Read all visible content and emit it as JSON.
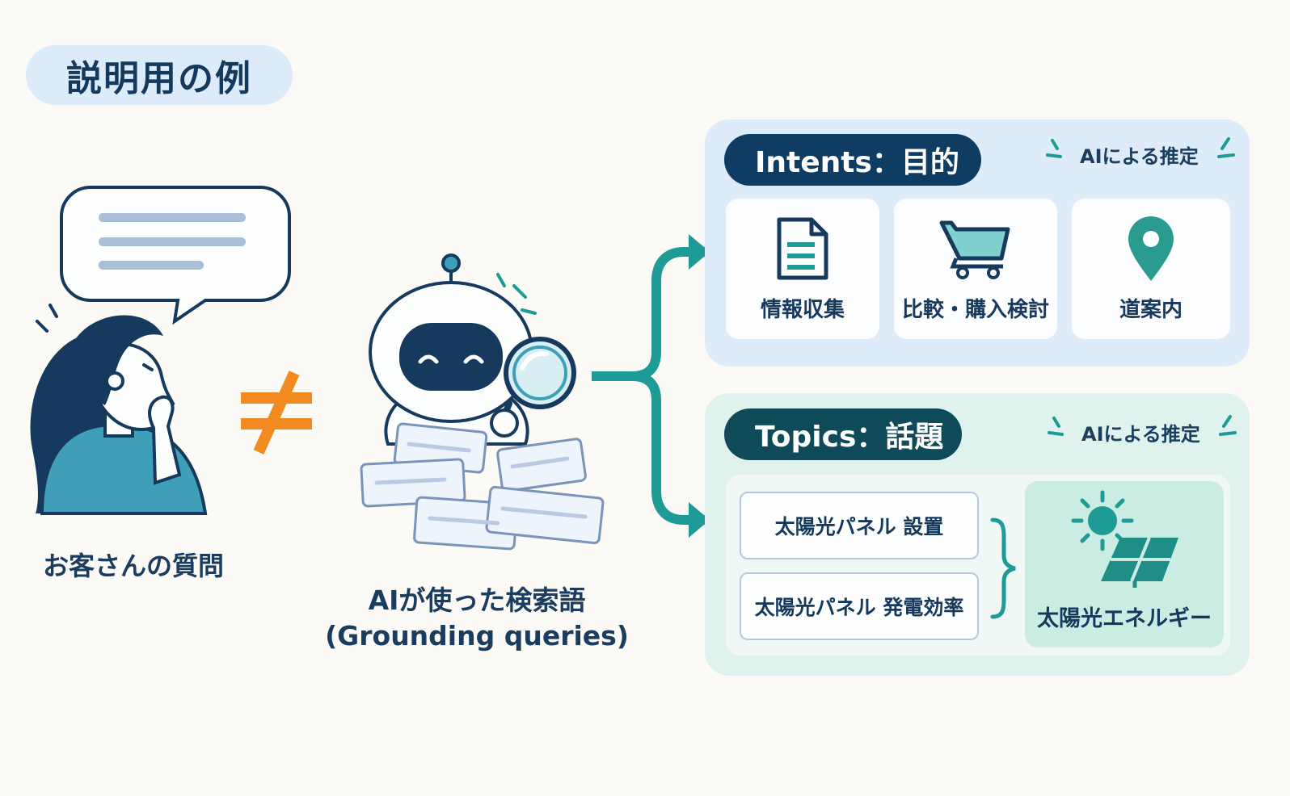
{
  "title": "説明用の例",
  "customer": {
    "caption": "お客さんの質問"
  },
  "comparison": {
    "symbol": "≠"
  },
  "ai_queries": {
    "caption_line1": "AIが使った検索語",
    "caption_line2": "(Grounding queries)"
  },
  "intents": {
    "heading": "Intents：目的",
    "tag": "AIによる推定",
    "cards": [
      {
        "label": "情報収集",
        "icon": "document-icon"
      },
      {
        "label": "比較・購入検討",
        "icon": "cart-icon"
      },
      {
        "label": "道案内",
        "icon": "map-pin-icon"
      }
    ]
  },
  "topics": {
    "heading": "Topics：話題",
    "tag": "AIによる推定",
    "items": [
      "太陽光パネル 設置",
      "太陽光パネル 発電効率"
    ],
    "summary": {
      "label": "太陽光エネルギー",
      "icon": "solar-panel-icon"
    }
  },
  "colors": {
    "navy": "#0f3c63",
    "teal": "#1e9b97",
    "orange": "#f28a1f",
    "intents_bg": "#deebf9",
    "topics_bg": "#dff2ed"
  }
}
